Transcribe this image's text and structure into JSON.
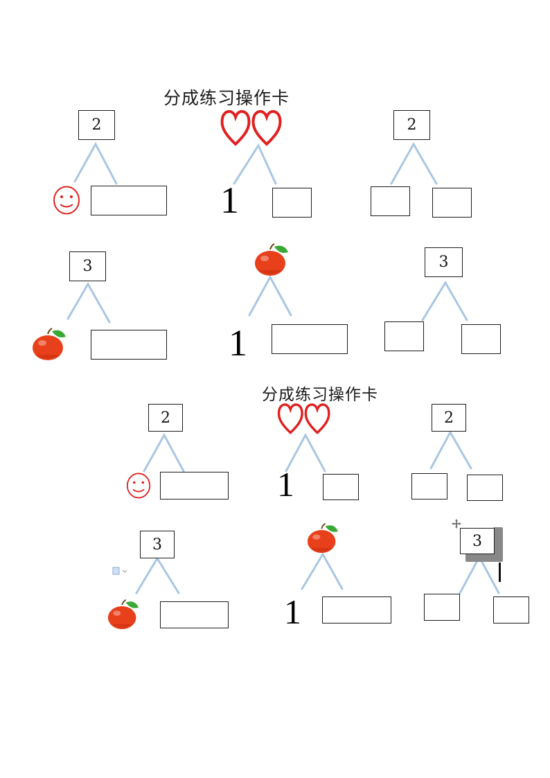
{
  "cards": [
    {
      "title": "分成练习操作卡",
      "rows": [
        {
          "items": [
            {
              "top": "2",
              "left": "smiley-icon",
              "right": ""
            },
            {
              "top": "heart-pair-icon",
              "left": "1",
              "right": ""
            },
            {
              "top": "2",
              "left": "",
              "right": ""
            }
          ]
        },
        {
          "items": [
            {
              "top": "3",
              "left": "apple-icon",
              "right": ""
            },
            {
              "top": "apple-icon",
              "left": "1",
              "right": ""
            },
            {
              "top": "3",
              "left": "",
              "right": ""
            }
          ]
        }
      ]
    },
    {
      "title": "分成练习操作卡",
      "rows": [
        {
          "items": [
            {
              "top": "2",
              "left": "smiley-icon",
              "right": ""
            },
            {
              "top": "heart-pair-icon",
              "left": "1",
              "right": ""
            },
            {
              "top": "2",
              "left": "",
              "right": ""
            }
          ]
        },
        {
          "items": [
            {
              "top": "3",
              "left": "apple-icon",
              "right": ""
            },
            {
              "top": "apple-icon",
              "left": "1",
              "right": ""
            },
            {
              "top": "3",
              "left": "",
              "right": ""
            }
          ]
        }
      ]
    }
  ],
  "colors": {
    "branch": "#a9c6e3",
    "heart": "#e02020",
    "smiley": "#e02020",
    "apple": "#e8401a",
    "leaf": "#3aa835"
  }
}
